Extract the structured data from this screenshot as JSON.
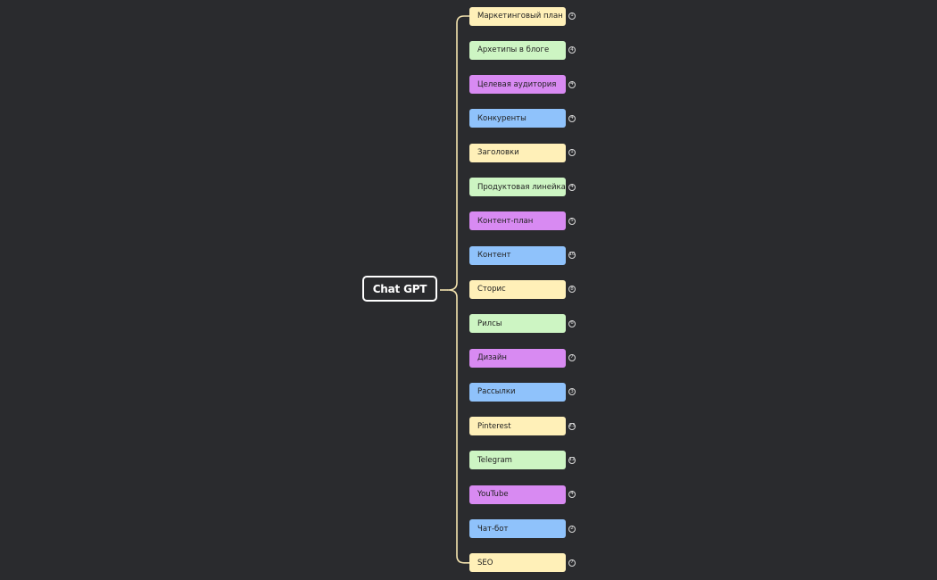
{
  "root": {
    "label": "Chat GPT"
  },
  "colors": {
    "background": "#2a2b2e",
    "connector": "#f2e2ae",
    "yellow": "#fff0b8",
    "green": "#cdf5c3",
    "purple": "#d88af2",
    "blue": "#8fc2fb"
  },
  "topics": [
    {
      "label": "Маркетинговый план",
      "count": "1",
      "color": "yellow"
    },
    {
      "label": "Архетипы в блоге",
      "count": "4",
      "color": "green"
    },
    {
      "label": "Целевая аудитория",
      "count": "4",
      "color": "purple"
    },
    {
      "label": "Конкуренты",
      "count": "4",
      "color": "blue"
    },
    {
      "label": "Заголовки",
      "count": "1",
      "color": "yellow"
    },
    {
      "label": "Продуктовая линейка",
      "count": "4",
      "color": "green"
    },
    {
      "label": "Контент-план",
      "count": "5",
      "color": "purple"
    },
    {
      "label": "Контент",
      "count": "10",
      "color": "blue"
    },
    {
      "label": "Сторис",
      "count": "8",
      "color": "yellow"
    },
    {
      "label": "Рилсы",
      "count": "6",
      "color": "green"
    },
    {
      "label": "Дизайн",
      "count": "7",
      "color": "purple"
    },
    {
      "label": "Рассылки",
      "count": "3",
      "color": "blue"
    },
    {
      "label": "Pinterest",
      "count": "23",
      "color": "yellow"
    },
    {
      "label": "Telegram",
      "count": "12",
      "color": "green"
    },
    {
      "label": "YouTube",
      "count": "4",
      "color": "purple"
    },
    {
      "label": "Чат-бот",
      "count": "2",
      "color": "blue"
    },
    {
      "label": "SEO",
      "count": "7",
      "color": "yellow"
    }
  ]
}
